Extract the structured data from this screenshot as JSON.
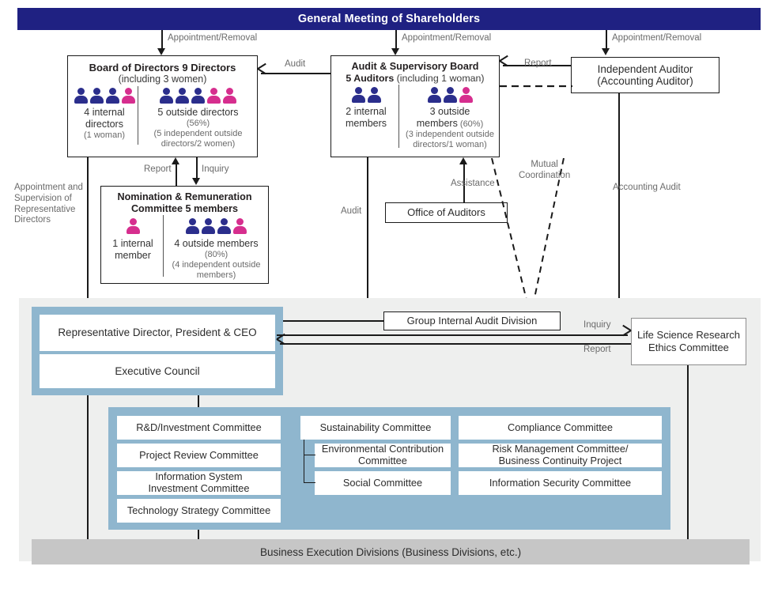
{
  "banner": {
    "title": "General Meeting of Shareholders"
  },
  "boards": {
    "board_of_directors": {
      "title_bold": "Board of Directors   9 Directors",
      "title_sub": "(including 3 women)",
      "left_group": {
        "label": "4 internal\ndirectors",
        "note": "(1 woman)",
        "icons": [
          "blue",
          "blue",
          "blue",
          "pink"
        ]
      },
      "right_group": {
        "label": "5 outside directors",
        "pct": "(56%)",
        "note": "(5 independent outside\ndirectors/2 women)",
        "icons": [
          "blue",
          "blue",
          "blue",
          "pink",
          "pink"
        ]
      }
    },
    "audit_supervisory_board": {
      "title_bold": "Audit & Supervisory Board",
      "title_bold2": "5 Auditors",
      "title_sub2": " (including 1 woman)",
      "left_group": {
        "label": "2 internal\nmembers",
        "icons": [
          "blue",
          "blue"
        ]
      },
      "right_group": {
        "label": "3 outside",
        "label2": "members",
        "pct": " (60%)",
        "note": "(3 independent outside\ndirectors/1 woman)",
        "icons": [
          "blue",
          "blue",
          "pink"
        ]
      }
    },
    "independent_auditor": {
      "line1": "Independent Auditor",
      "line2": "(Accounting Auditor)"
    },
    "nomination_committee": {
      "title_line1": "Nomination & Remuneration",
      "title_line2": "Committee 5 members",
      "left_group": {
        "label": "1 internal\nmember",
        "icons": [
          "pink"
        ]
      },
      "right_group": {
        "label": "4 outside members",
        "pct": "(80%)",
        "note": "(4 independent outside\nmembers)",
        "icons": [
          "blue",
          "blue",
          "blue",
          "pink"
        ]
      }
    },
    "office_of_auditors": {
      "label": "Office of Auditors"
    }
  },
  "connector_labels": {
    "appointment_removal_1": "Appointment/Removal",
    "appointment_removal_2": "Appointment/Removal",
    "appointment_removal_3": "Appointment/Removal",
    "audit_top": "Audit",
    "report_top": "Report",
    "report_nomination": "Report",
    "inquiry_nomination": "Inquiry",
    "appointment_supervision": "Appointment and\nSupervision of\nRepresentative\nDirectors",
    "audit_left": "Audit",
    "assistance": "Assistance",
    "mutual_coordination": "Mutual\nCoordination",
    "accounting_audit": "Accounting Audit",
    "inquiry_ethics": "Inquiry",
    "report_ethics": "Report"
  },
  "execution": {
    "ceo": "Representative Director, President & CEO",
    "executive_council": "Executive Council",
    "group_internal_audit": "Group Internal Audit Division",
    "life_science_ethics": "Life Science Research\nEthics Committee",
    "business_divisions": "Business Execution Divisions (Business Divisions, etc.)"
  },
  "committees": {
    "column1": [
      "R&D/Investment Committee",
      "Project Review Committee",
      "Information System\nInvestment Committee",
      "Technology Strategy Committee"
    ],
    "column2": [
      "Sustainability Committee",
      "Environmental Contribution\nCommittee",
      "Social Committee"
    ],
    "column3": [
      "Compliance Committee",
      "Risk Management Committee/\nBusiness Continuity Project",
      "Information Security Committee"
    ]
  },
  "colors": {
    "banner_navy": "#1F2182",
    "person_blue": "#2B2E8C",
    "person_pink": "#D62E8E",
    "panel_blue": "#8FB6CE",
    "panel_gray": "#eeefee",
    "band_gray": "#c6c6c6"
  }
}
